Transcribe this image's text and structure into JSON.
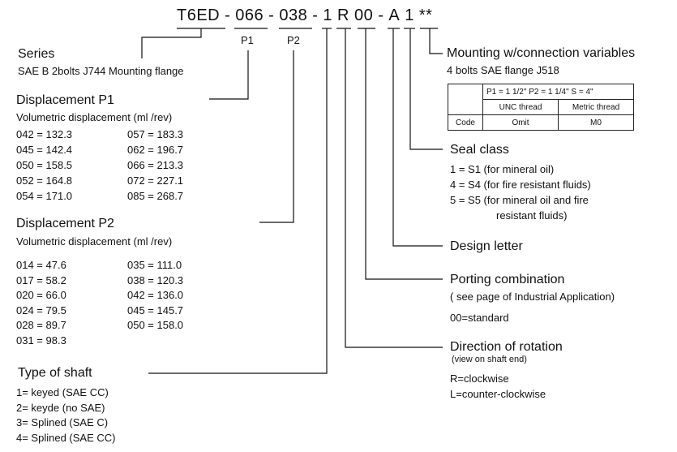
{
  "code_parts": [
    "T6ED",
    "-",
    "066",
    "-",
    "038",
    "-",
    "1",
    "R",
    "00",
    "-",
    "A",
    "1",
    "**"
  ],
  "p1_marker": "P1",
  "p2_marker": "P2",
  "series": {
    "title": "Series",
    "desc": "SAE B 2bolts J744 Mounting flange"
  },
  "disp_p1": {
    "title": "Displacement P1",
    "subtitle": "Volumetric displacement (ml /rev)",
    "col1": [
      "042 = 132.3",
      "045 = 142.4",
      "050 = 158.5",
      "052 = 164.8",
      "054 = 171.0"
    ],
    "col2": [
      "057 = 183.3",
      "062 = 196.7",
      "066 = 213.3",
      "072 = 227.1",
      "085 = 268.7"
    ]
  },
  "disp_p2": {
    "title": "Displacement P2",
    "subtitle": "Volumetric displacement (ml /rev)",
    "col1": [
      "014 = 47.6",
      "017 = 58.2",
      "020 = 66.0",
      "024 = 79.5",
      "028 = 89.7",
      "031 = 98.3"
    ],
    "col2": [
      "035 = 111.0",
      "038 = 120.3",
      "042 = 136.0",
      "045 = 145.7",
      "050 = 158.0"
    ]
  },
  "shaft": {
    "title": "Type of shaft",
    "items": [
      "1= keyed (SAE CC)",
      "2= keyde (no SAE)",
      "3= Splined (SAE C)",
      "4= Splined (SAE CC)"
    ]
  },
  "mounting": {
    "title": "Mounting w/connection variables",
    "subtitle": "4 bolts SAE flange J518",
    "table_header": "P1 = 1 1/2\"   P2 = 1 1/4\"   S = 4\"",
    "col_unc": "UNC thread",
    "col_metric": "Metric thread",
    "row_label": "Code",
    "val_unc": "Omit",
    "val_metric": "M0"
  },
  "seal": {
    "title": "Seal class",
    "items": [
      "1 = S1 (for mineral oil)",
      "4 = S4 (for fire resistant fluids)",
      "5 = S5 (for mineral oil and fire"
    ],
    "continuation": "resistant fluids)"
  },
  "design": {
    "title": "Design letter"
  },
  "porting": {
    "title": "Porting combination",
    "subtitle": "( see page of Industrial Application)",
    "note": "00=standard"
  },
  "rotation": {
    "title": "Direction of rotation",
    "subtitle": "(view on shaft end)",
    "items": [
      "R=clockwise",
      "L=counter-clockwise"
    ]
  }
}
